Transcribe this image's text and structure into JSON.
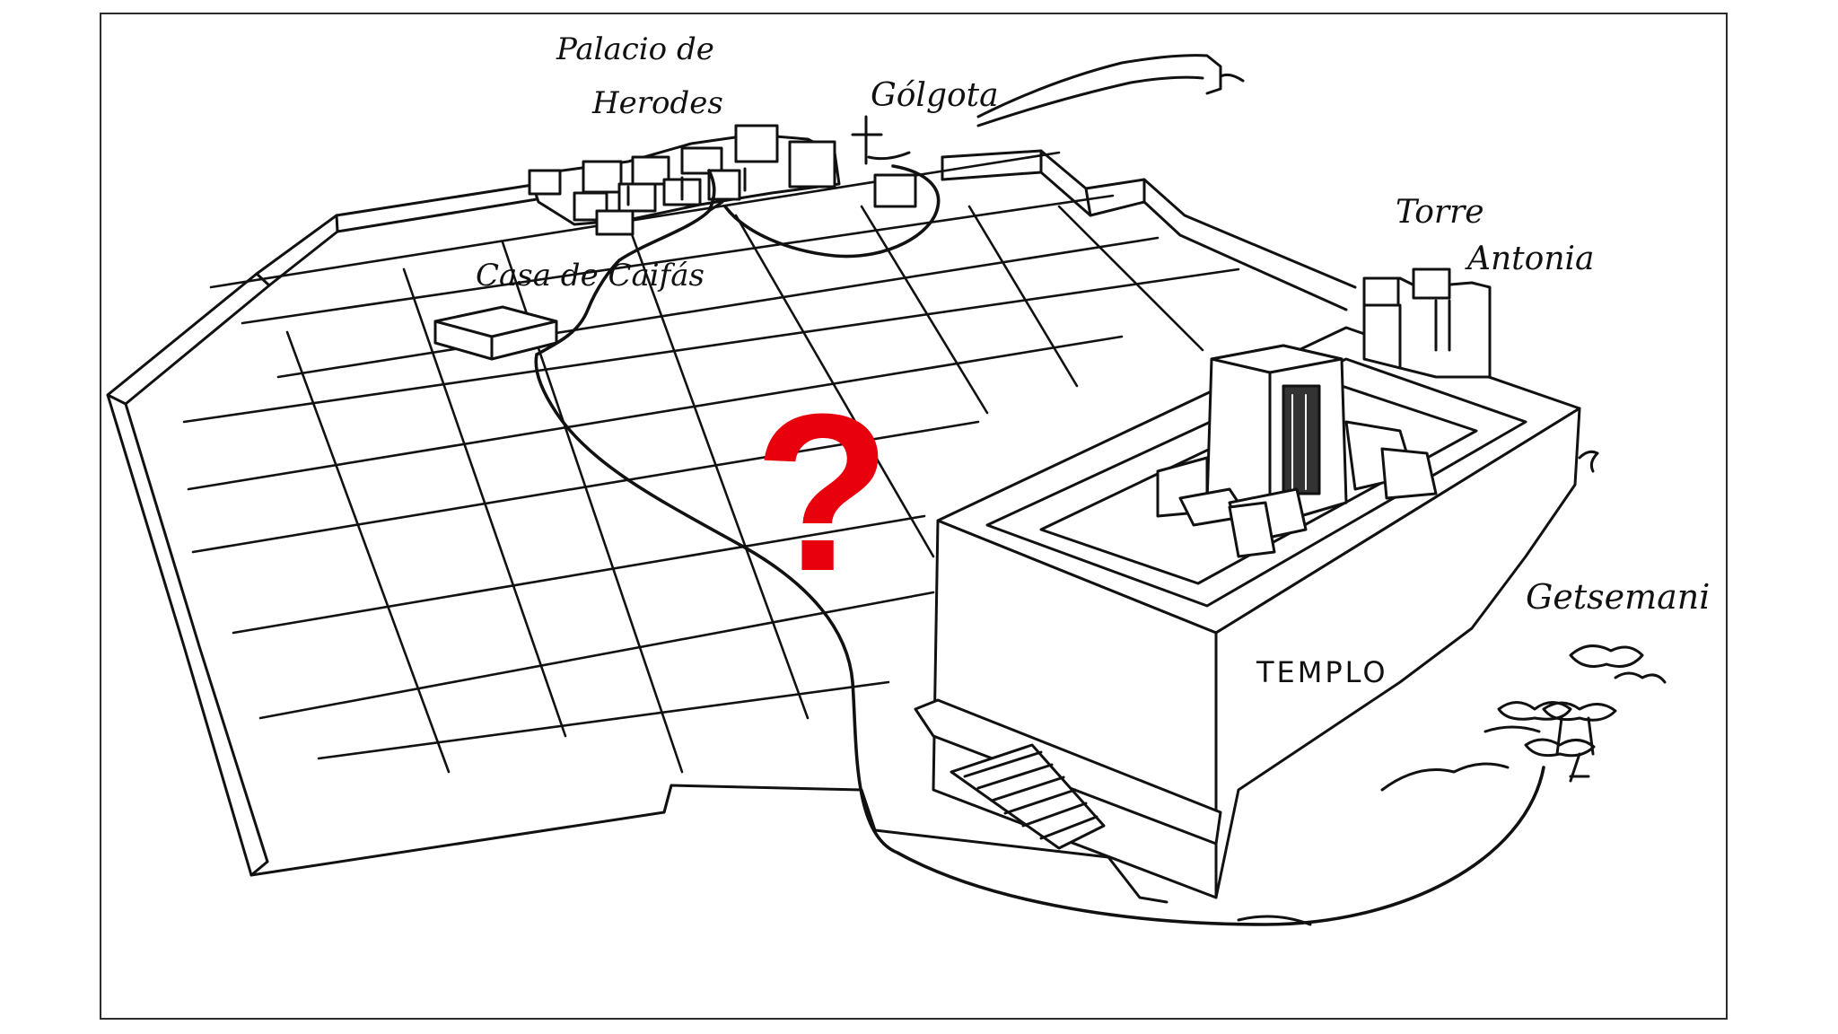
{
  "map": {
    "labels": {
      "palace_line1": "Palacio de",
      "palace_line2": "Herodes",
      "golgota": "Gólgota",
      "caifas": "Casa de Caifás",
      "torre_line1": "Torre",
      "torre_line2": "Antonia",
      "templo": "TEMPLO",
      "getsemani": "Getsemani"
    },
    "question_mark": "?",
    "colors": {
      "ink": "#111111",
      "question": "#e8000d",
      "frame": "#2b2b2b"
    }
  }
}
